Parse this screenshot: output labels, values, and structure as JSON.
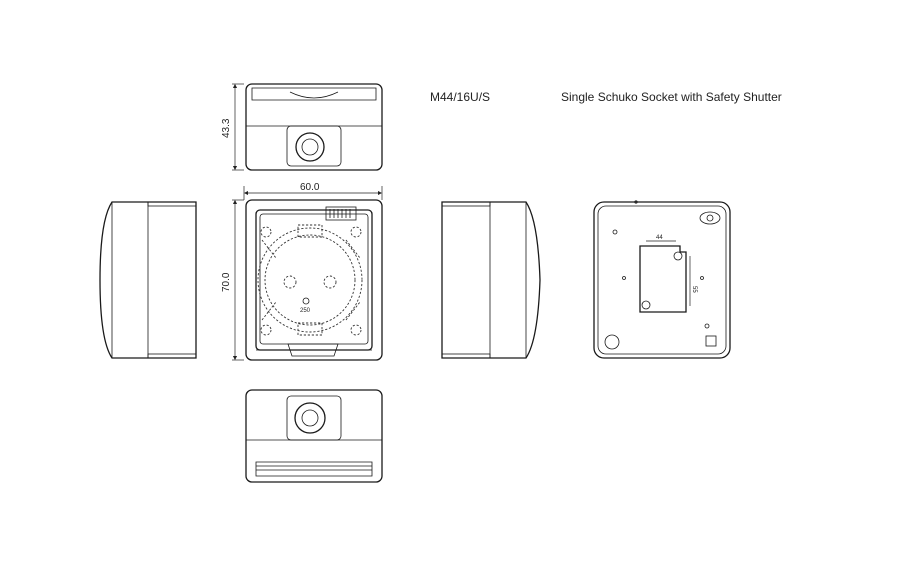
{
  "header": {
    "model": "M44/16U/S",
    "description": "Single Schuko Socket with Safety Shutter"
  },
  "dimensions": {
    "height_top": "43.3",
    "width_front": "60.0",
    "height_front": "70.0",
    "back_width": "44",
    "back_height": "55"
  }
}
